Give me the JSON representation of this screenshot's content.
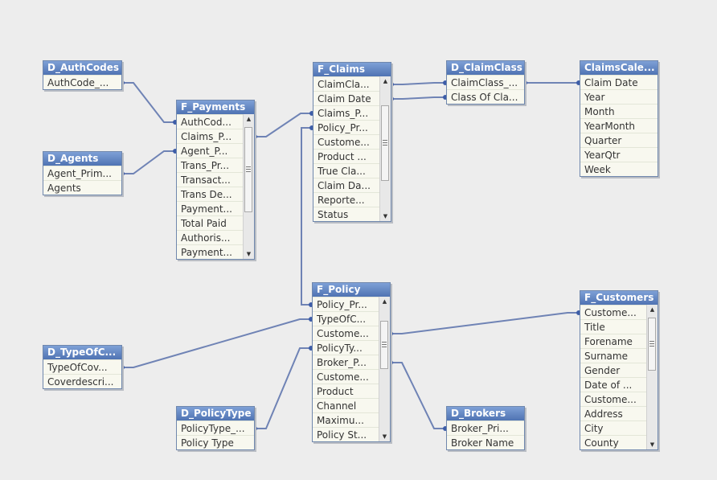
{
  "colors": {
    "background": "#ededed",
    "header": "#5a7ec0",
    "link": "#6f83b5",
    "dot": "#3d5da8"
  },
  "tables": [
    {
      "key": "authcodes",
      "name": "D_AuthCodes",
      "fields": [
        "AuthCode_..."
      ]
    },
    {
      "key": "agents",
      "name": "D_Agents",
      "fields": [
        "Agent_Prim...",
        "Agents"
      ]
    },
    {
      "key": "payments",
      "name": "F_Payments",
      "scrollable": true,
      "fields": [
        "AuthCod...",
        "Claims_P...",
        "Agent_P...",
        "Trans_Pr...",
        "Transact...",
        "Trans De...",
        "Payment...",
        "Total Paid",
        "Authoris...",
        "Payment..."
      ]
    },
    {
      "key": "claims",
      "name": "F_Claims",
      "scrollable": true,
      "fields": [
        "ClaimCla...",
        "Claim Date",
        "Claims_P...",
        "Policy_Pr...",
        "Custome...",
        "Product ...",
        "True Cla...",
        "Claim Da...",
        "Reporte...",
        "Status"
      ]
    },
    {
      "key": "claimclass",
      "name": "D_ClaimClass",
      "fields": [
        "ClaimClass_...",
        "Class Of Cla..."
      ]
    },
    {
      "key": "claimscal",
      "name": "ClaimsCale...",
      "fields": [
        "Claim Date",
        "Year",
        "Month",
        "YearMonth",
        "Quarter",
        "YearQtr",
        "Week"
      ]
    },
    {
      "key": "policy",
      "name": "F_Policy",
      "scrollable": true,
      "fields": [
        "Policy_Pr...",
        "TypeOfC...",
        "Custome...",
        "PolicyTy...",
        "Broker_P...",
        "Custome...",
        "Product",
        "Channel",
        "Maximu...",
        "Policy St..."
      ]
    },
    {
      "key": "customers",
      "name": "F_Customers",
      "scrollable": true,
      "fields": [
        "Custome...",
        "Title",
        "Forename",
        "Surname",
        "Gender",
        "Date of ...",
        "Custome...",
        "Address",
        "City",
        "County"
      ]
    },
    {
      "key": "typeofcover",
      "name": "D_TypeOfC...",
      "fields": [
        "TypeOfCov...",
        "Coverdescri..."
      ]
    },
    {
      "key": "policytype",
      "name": "D_PolicyType",
      "fields": [
        "PolicyType_...",
        "Policy Type"
      ]
    },
    {
      "key": "brokers",
      "name": "D_Brokers",
      "fields": [
        "Broker_Pri...",
        "Broker Name"
      ]
    }
  ],
  "links": [
    {
      "from": "authcodes.0",
      "to": "payments.0"
    },
    {
      "from": "agents.0",
      "to": "payments.2"
    },
    {
      "from": "payments.1",
      "to": "claims.2"
    },
    {
      "from": "claims.0",
      "to": "claimclass.0"
    },
    {
      "from": "claims.1",
      "to": "claimclass.1"
    },
    {
      "from": "claimclass.0",
      "to": "claimscal.0"
    },
    {
      "from": "claims.3",
      "to": "policy.0"
    },
    {
      "from": "typeofcover.0",
      "to": "policy.1"
    },
    {
      "from": "policytype.0",
      "to": "policy.3"
    },
    {
      "from": "policy.2",
      "to": "customers.0"
    },
    {
      "from": "policy.4",
      "to": "brokers.0"
    }
  ]
}
